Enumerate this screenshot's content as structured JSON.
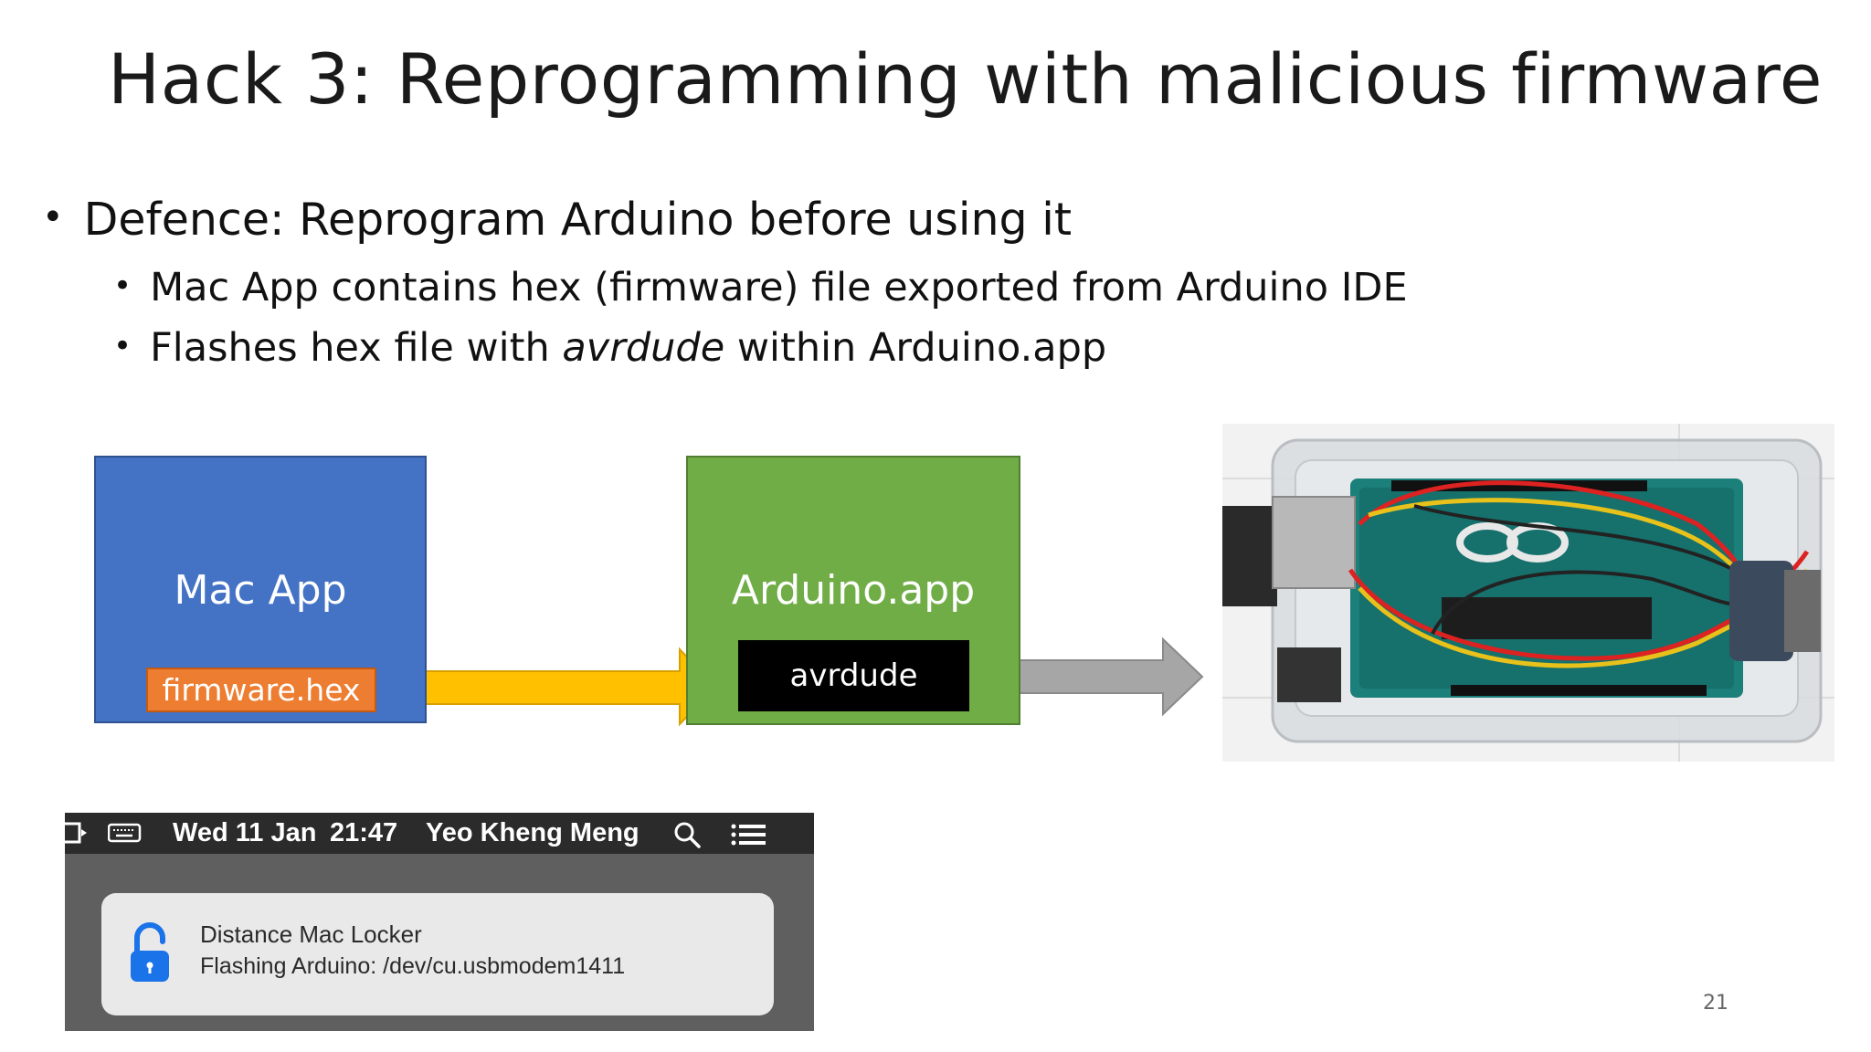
{
  "title": "Hack 3: Reprogramming with malicious firmware",
  "bullets": {
    "level1": "Defence: Reprogram Arduino before using it",
    "level2_1": "Mac App contains hex (firmware) file exported from Arduino IDE",
    "level2_2_pre": "Flashes hex file with ",
    "level2_2_italic": "avrdude",
    "level2_2_post": " within Arduino.app"
  },
  "diagram": {
    "mac_app_label": "Mac App",
    "firmware_label": "firmware.hex",
    "arduino_app_label": "Arduino.app",
    "avrdude_label": "avrdude",
    "colors": {
      "mac_app": "#4472c4",
      "firmware": "#ed7d31",
      "arduino_app": "#70ad47",
      "avrdude": "#000000",
      "arrow_yellow": "#ffc000",
      "arrow_gray": "#a6a6a6"
    }
  },
  "menubar": {
    "date": "Wed 11 Jan",
    "time": "21:47",
    "user": "Yeo Kheng Meng"
  },
  "notification": {
    "app": "Distance Mac Locker",
    "message": "Flashing Arduino: /dev/cu.usbmodem1411"
  },
  "page_number": "21"
}
